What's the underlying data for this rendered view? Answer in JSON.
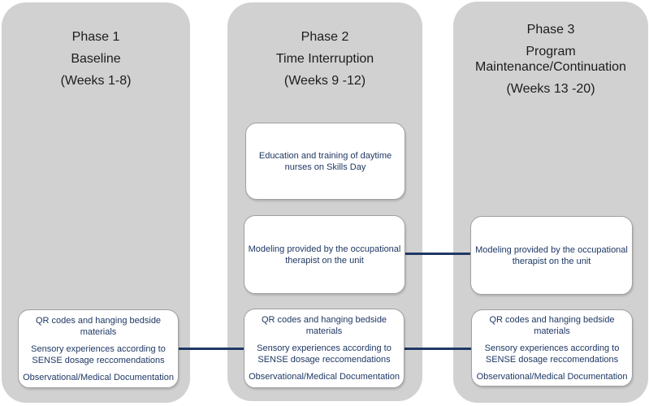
{
  "diagram": {
    "phases": [
      {
        "title": "Phase 1",
        "subtitle_lines": [
          "Baseline"
        ],
        "weeks": "(Weeks 1-8)"
      },
      {
        "title": "Phase 2",
        "subtitle_lines": [
          "Time Interruption"
        ],
        "weeks": "(Weeks 9 -12)"
      },
      {
        "title": "Phase 3",
        "subtitle_lines": [
          "Program",
          "Maintenance/Continuation"
        ],
        "weeks": "(Weeks 13 -20)"
      }
    ],
    "boxes": {
      "education": {
        "lines": [
          "Education and training of daytime",
          "nurses on Skills Day"
        ]
      },
      "modeling_phase2": {
        "lines": [
          "Modeling provided by the occupational",
          "therapist on the unit"
        ]
      },
      "modeling_phase3": {
        "lines": [
          "Modeling provided by the occupational",
          "therapist on the unit"
        ]
      },
      "bundle_phase1": {
        "paragraphs": [
          [
            "QR codes and hanging bedside",
            "materials"
          ],
          [
            "Sensory experiences according to",
            "SENSE dosage reccomendations"
          ],
          [
            "Observational/Medical Documentation"
          ]
        ]
      },
      "bundle_phase2": {
        "paragraphs": [
          [
            "QR codes and hanging bedside",
            "materials"
          ],
          [
            "Sensory experiences according to",
            "SENSE dosage reccomendations"
          ],
          [
            "Observational/Medical Documentation"
          ]
        ]
      },
      "bundle_phase3": {
        "paragraphs": [
          [
            "QR codes and hanging bedside",
            "materials"
          ],
          [
            "Sensory experiences according to",
            "SENSE dosage reccomendations"
          ],
          [
            "Observational/Medical Documentation"
          ]
        ]
      }
    },
    "colors": {
      "page_bg": "#ffffff",
      "column_bg": "#d1d1d1",
      "box_bg": "#ffffff",
      "box_border": "#a0a0a0",
      "box_text": "#1f3864",
      "header_text": "#1c1c1c",
      "connector": "#1f3864"
    }
  }
}
